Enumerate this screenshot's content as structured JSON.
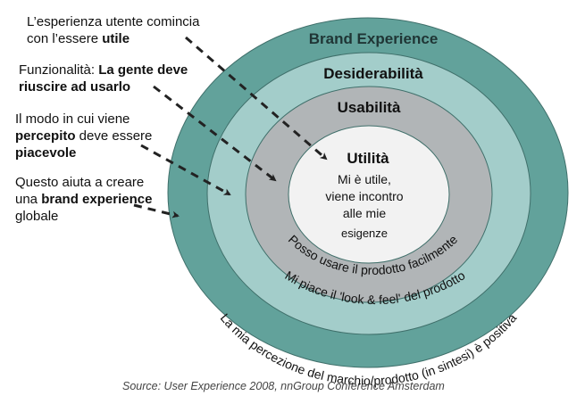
{
  "diagram": {
    "type": "concentric-rings",
    "colors": {
      "brand_experience_ring": "#62a29b",
      "desiderabilita_ring": "#a3cdca",
      "usabilita_ring": "#b1b5b7",
      "utilita_core": "#f2f2f2",
      "ring_stroke": "#3f6f6a",
      "title_brand": "#1f3535",
      "text": "#111111",
      "arrow": "#222222"
    },
    "rings": [
      {
        "id": "brand-experience",
        "title": "Brand Experience",
        "arc_text": "La mia percezione del marchio/prodotto (in sintesi) è positiva"
      },
      {
        "id": "desiderabilita",
        "title": "Desiderabilità",
        "arc_text": "Mi piace il 'look & feel' del prodotto"
      },
      {
        "id": "usabilita",
        "title": "Usabilità",
        "arc_text": "Posso usare il prodotto facilmente"
      },
      {
        "id": "utilita",
        "title": "Utilità",
        "body_lines": [
          "Mi è utile,",
          "viene incontro",
          "alle mie",
          "esigenze"
        ]
      }
    ]
  },
  "notes": [
    {
      "lines": [
        [
          {
            "text": "L’esperienza utente comincia",
            "bold": false
          }
        ],
        [
          {
            "text": "con l’essere ",
            "bold": false
          },
          {
            "text": "utile",
            "bold": true
          }
        ]
      ],
      "points_to": "utilita"
    },
    {
      "lines": [
        [
          {
            "text": "Funzionalità: ",
            "bold": false
          },
          {
            "text": "La gente deve",
            "bold": true
          }
        ],
        [
          {
            "text": "riuscire ad usarlo",
            "bold": true
          }
        ]
      ],
      "points_to": "usabilita"
    },
    {
      "lines": [
        [
          {
            "text": "Il modo in cui viene",
            "bold": false
          }
        ],
        [
          {
            "text": "percepito",
            "bold": true
          },
          {
            "text": " deve essere",
            "bold": false
          }
        ],
        [
          {
            "text": "piacevole",
            "bold": true
          }
        ]
      ],
      "points_to": "desiderabilita"
    },
    {
      "lines": [
        [
          {
            "text": "Questo aiuta a creare",
            "bold": false
          }
        ],
        [
          {
            "text": "una ",
            "bold": false
          },
          {
            "text": "brand experience",
            "bold": true
          }
        ],
        [
          {
            "text": "globale",
            "bold": false
          }
        ]
      ],
      "points_to": "brand-experience"
    }
  ],
  "source": "Source: User Experience 2008, nnGroup Conference Amsterdam"
}
